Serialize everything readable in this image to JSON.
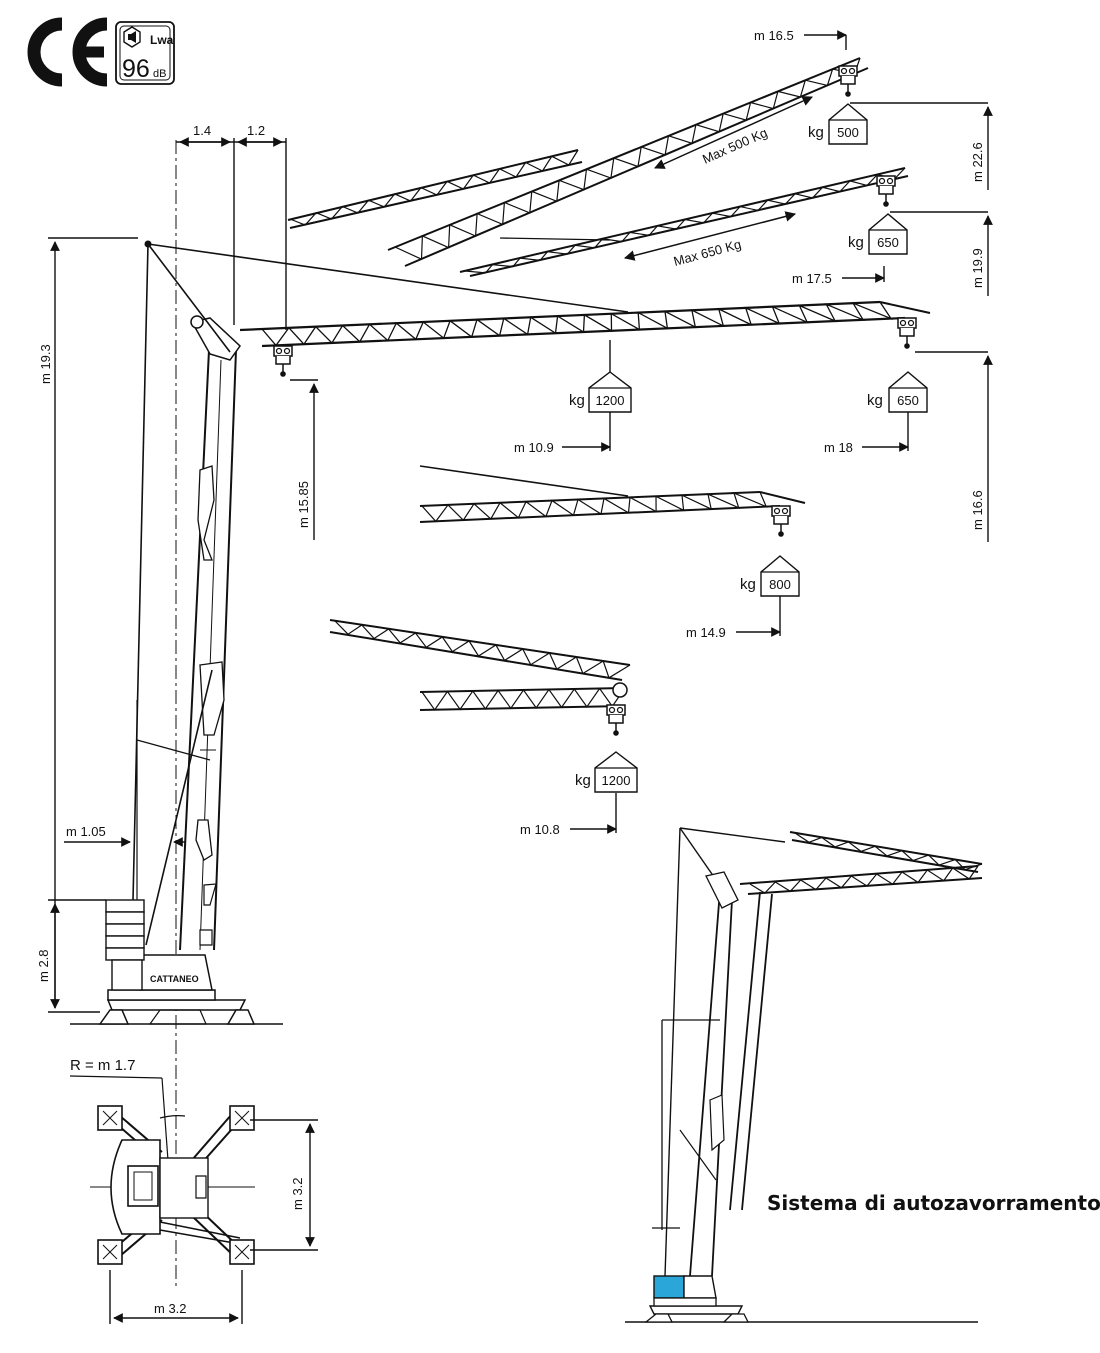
{
  "badges": {
    "ce_mark": "CE",
    "lwa_label": "Lwa",
    "noise_value": "96",
    "noise_unit": "dB"
  },
  "top_dims": {
    "dim_a": "1.4",
    "dim_b": "1.2"
  },
  "height_labels": {
    "tower_height": "m 19.3",
    "hook_height_low": "m 15.85",
    "base_height": "m 2.8",
    "h_22_6": "m 22.6",
    "h_19_9": "m 19.9",
    "h_16_6": "m 16.6"
  },
  "radius_labels": {
    "r_16_5": "m 16.5",
    "r_17_5": "m 17.5",
    "r_10_9": "m 10.9",
    "r_18": "m 18",
    "r_14_9": "m 14.9",
    "r_10_8": "m 10.8",
    "r_1_05": "m 1.05"
  },
  "loads": [
    {
      "unit": "kg",
      "value": "500"
    },
    {
      "unit": "kg",
      "value": "650"
    },
    {
      "unit": "kg",
      "value": "1200"
    },
    {
      "unit": "kg",
      "value": "650"
    },
    {
      "unit": "kg",
      "value": "800"
    },
    {
      "unit": "kg",
      "value": "1200"
    }
  ],
  "max_loads": {
    "max_500": "Max 500 Kg",
    "max_650": "Max 650 Kg"
  },
  "base_plan": {
    "radius": "R = m 1.7",
    "width": "m 3.2",
    "depth": "m 3.2"
  },
  "brand": "CATTANEO",
  "self_ballast_title": "Sistema di autozavorramento",
  "colors": {
    "line": "#111111",
    "ballast_accent": "#2aa7d8"
  }
}
